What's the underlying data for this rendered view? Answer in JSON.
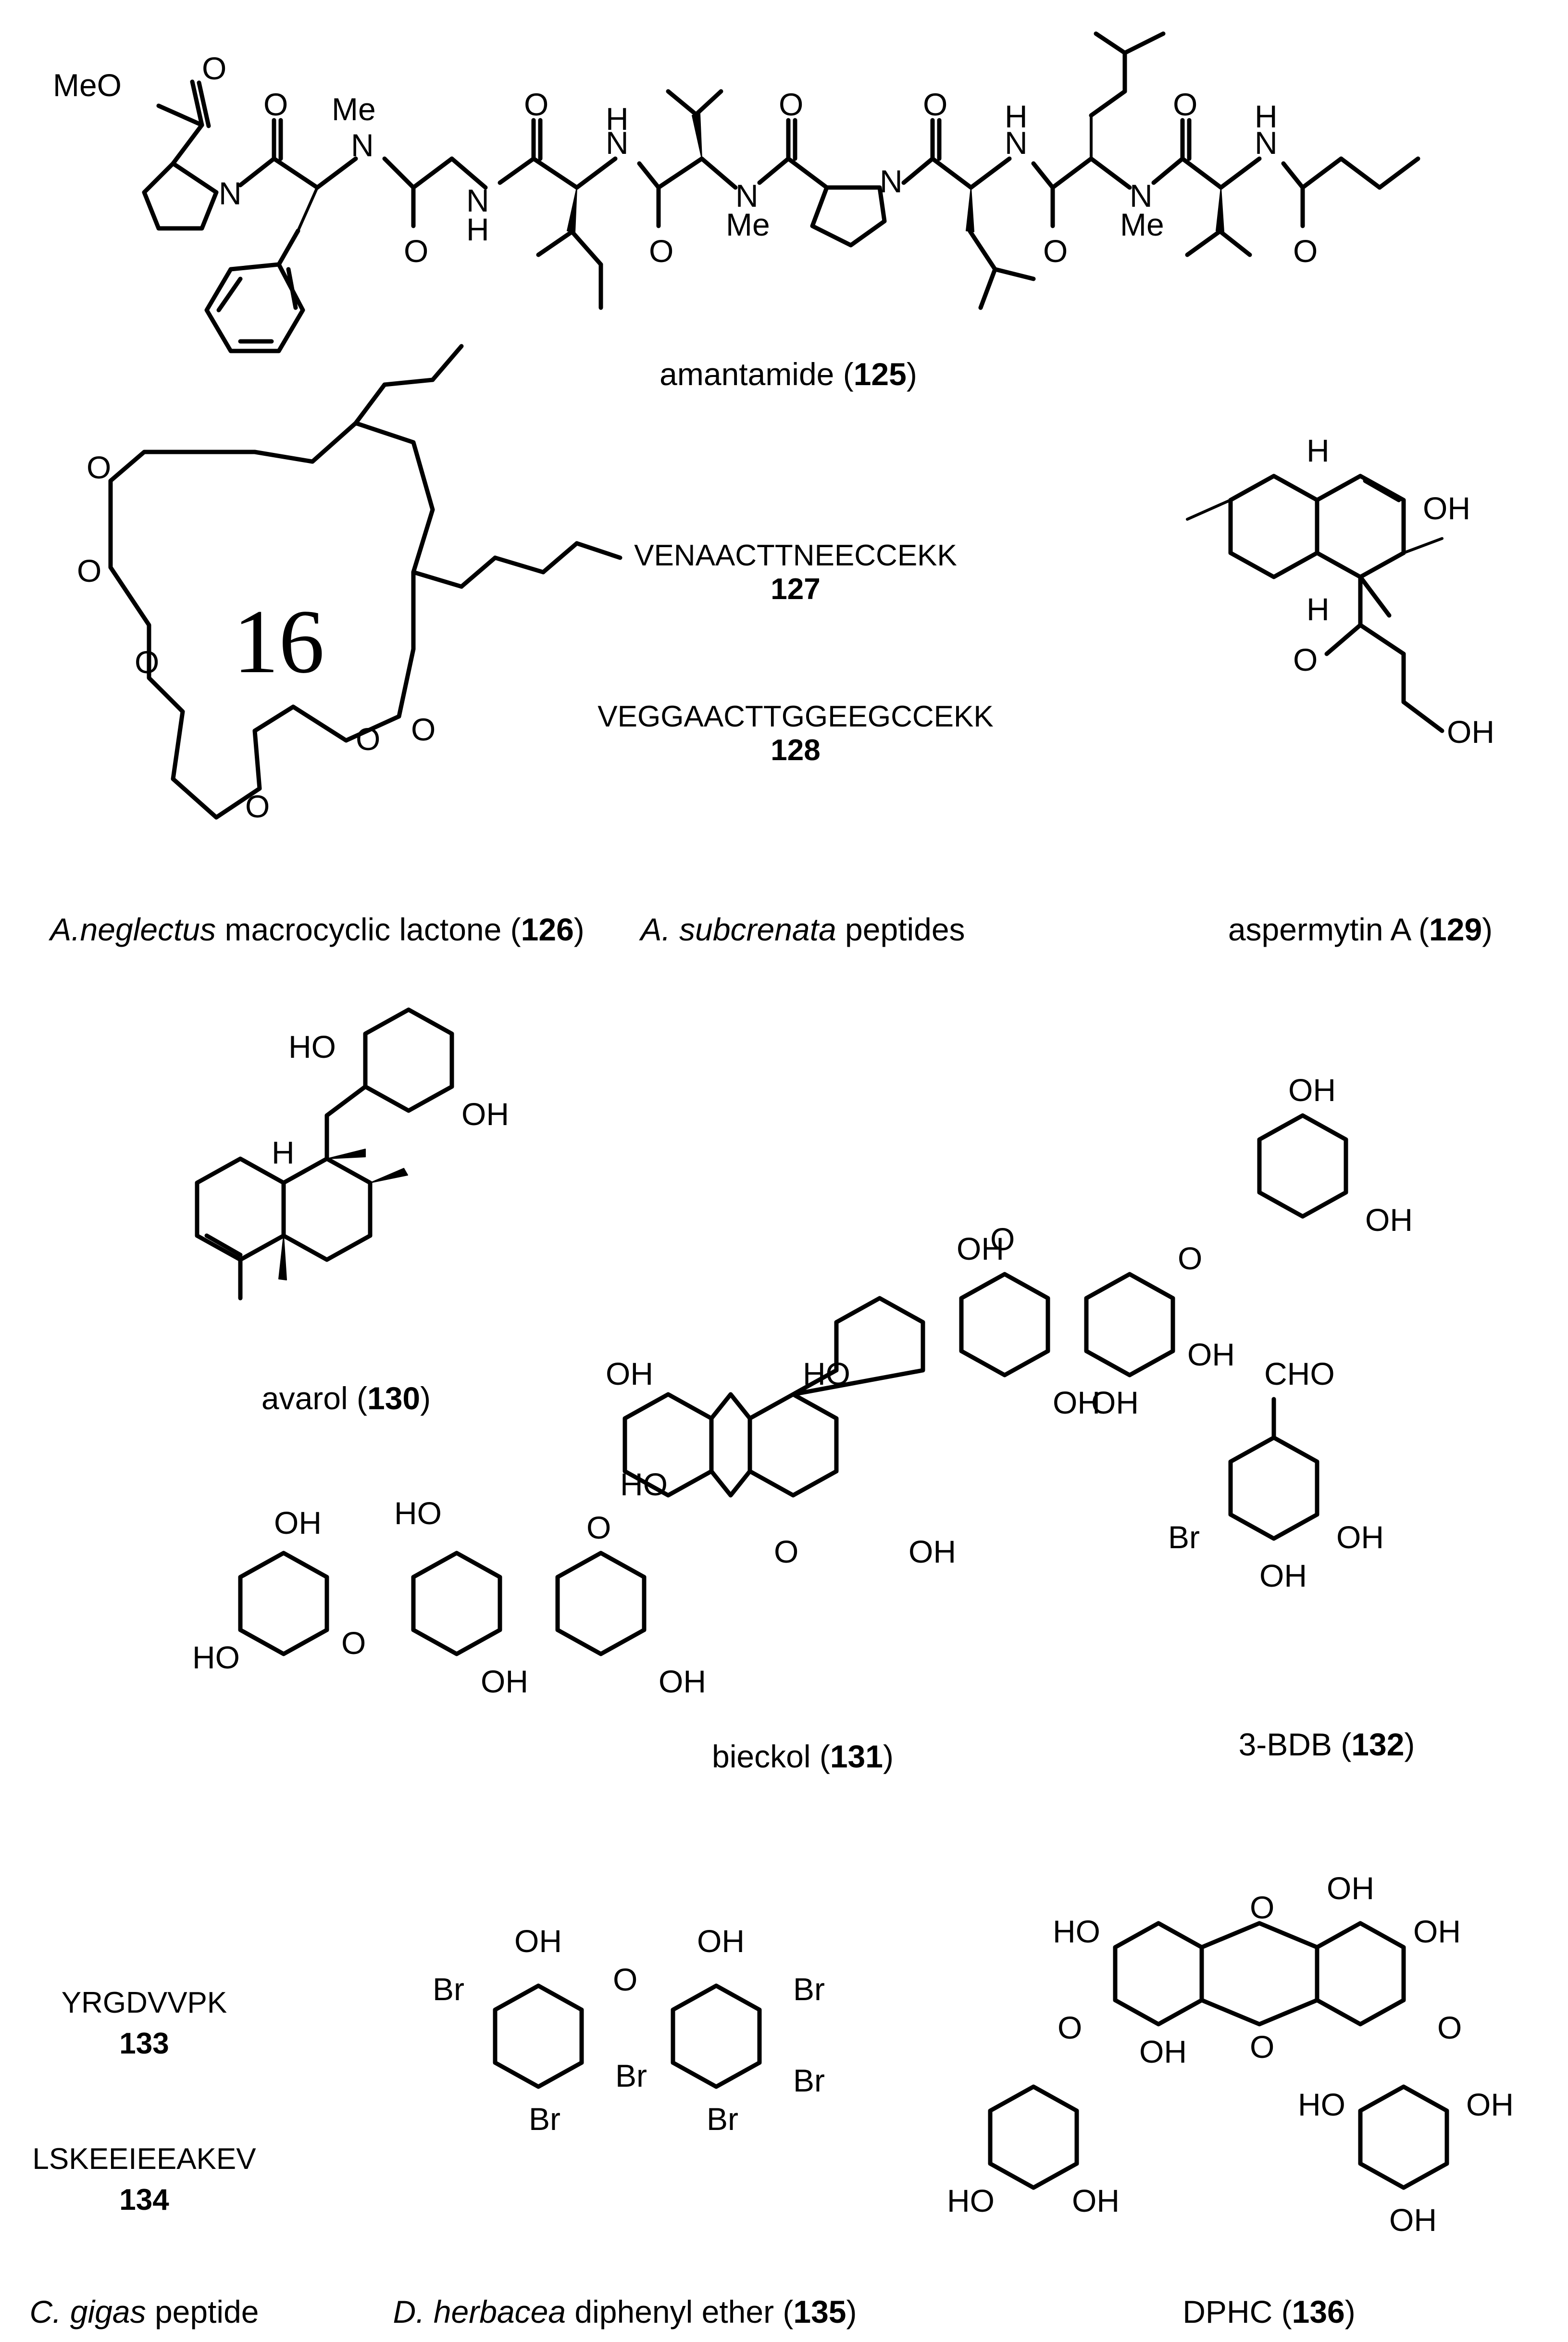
{
  "compounds": {
    "c125": {
      "name": "amantamide",
      "number": "125"
    },
    "c126": {
      "source": "A.neglectus",
      "name": "macrocyclic lactone",
      "number": "126",
      "ring_size": "16"
    },
    "peptides_a": {
      "source": "A. subcrenata",
      "name": "peptides",
      "seq127": "VENAACTTNEECCEKK",
      "num127": "127",
      "seq128": "VEGGAACTTGGEEGCCEKK",
      "num128": "128"
    },
    "c129": {
      "name": "aspermytin A",
      "number": "129"
    },
    "c130": {
      "name": "avarol",
      "number": "130"
    },
    "c131": {
      "name": "bieckol",
      "number": "131"
    },
    "c132": {
      "name": "3-BDB",
      "number": "132"
    },
    "peptides_c": {
      "source": "C. gigas",
      "name": "peptide",
      "seq133": "YRGDVVPK",
      "num133": "133",
      "seq134": "LSKEEIEEAKEV",
      "num134": "134"
    },
    "c135": {
      "source": "D. herbacea",
      "name": "diphenyl ether",
      "number": "135"
    },
    "c136": {
      "name": "DPHC",
      "number": "136"
    }
  },
  "atom_labels": {
    "meo": "MeO",
    "o": "O",
    "n": "N",
    "h": "H",
    "nh": "N",
    "me": "Me",
    "oh": "OH",
    "ho": "HO",
    "br": "Br",
    "cho": "CHO"
  }
}
